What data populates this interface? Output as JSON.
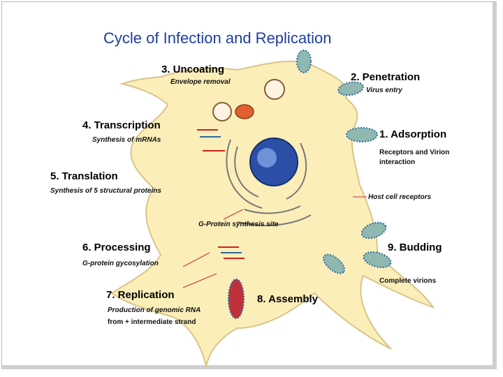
{
  "title": "Cycle of Infection and Replication",
  "steps": [
    {
      "label": "1. Adsorption",
      "detail": "Receptors and Virion interaction"
    },
    {
      "label": "2. Penetration",
      "detail": "Virus entry"
    },
    {
      "label": "3. Uncoating",
      "detail": "Envelope removal"
    },
    {
      "label": "4. Transcription",
      "detail": "Synthesis of mRNAs"
    },
    {
      "label": "5. Translation",
      "detail": "Synthesis of 5 structural proteins"
    },
    {
      "label": "6. Processing",
      "detail": "G-protein gycosylation"
    },
    {
      "label": "7. Replication",
      "detail": "Production of genomic RNA",
      "detail2": "from + intermediate strand"
    },
    {
      "label": "8. Assembly"
    },
    {
      "label": "9. Budding",
      "detail": "Complete virions"
    }
  ],
  "annotations": {
    "host_receptors": "Host cell receptors",
    "g_protein_site": "G-Protein synthesis site"
  },
  "colors": {
    "title": "#1f3e9c",
    "cytoplasm": "#fbeeb9",
    "cytoplasm_outline": "#d9c48a",
    "nucleus": "#2b4fa6",
    "virion": "#8fb8b0",
    "virion_spikes": "#2a6aa0",
    "rna_red": "#d02020",
    "arrow_red": "#c0303a"
  }
}
